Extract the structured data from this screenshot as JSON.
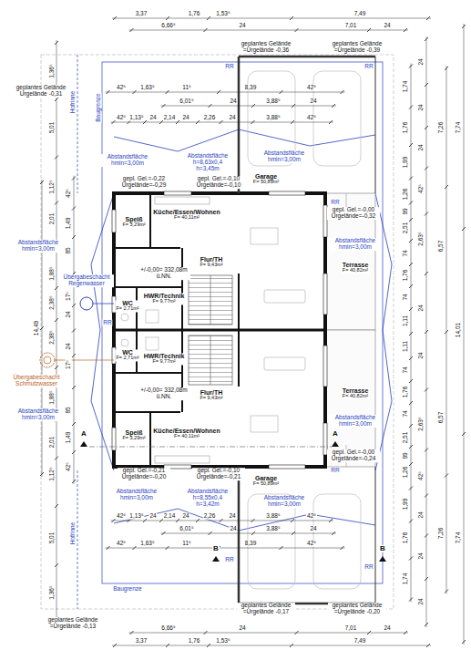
{
  "diagram": {
    "nodes": [
      {
        "text": [
          "Garage",
          "F= 50,89m²"
        ]
      },
      {
        "text": [
          "Speiß",
          "F= 3,29m²"
        ]
      },
      {
        "text": [
          "Küche/Essen/Wohnen",
          "F= 40,11m²"
        ]
      },
      {
        "text": [
          "Flur/TH",
          "F= 9,43m²"
        ]
      },
      {
        "text": [
          "Terrasse",
          "F= 40,82m²"
        ]
      },
      {
        "text": [
          "WC",
          "F= 2,71m²"
        ]
      },
      {
        "text": [
          "HWR/Technik",
          "F= 9,77m²"
        ]
      },
      {
        "text": [
          "WC",
          "F= 2,71m²"
        ]
      },
      {
        "text": [
          "HWR/Technik",
          "F= 9,77m²"
        ]
      },
      {
        "text": [
          "Flur/TH",
          "F= 9,43m²"
        ]
      },
      {
        "text": [
          "Terrasse",
          "F= 40,82m²"
        ]
      },
      {
        "text": [
          "Speiß",
          "F= 3,29m²"
        ]
      },
      {
        "text": [
          "Küche/Essen/Wohnen",
          "F= 40,11m²"
        ]
      },
      {
        "text": [
          "Garage",
          "F= 50,89m²"
        ]
      }
    ],
    "labels": [
      "3,37",
      "1,76",
      "1,53⁵",
      "7,49",
      "6,66⁵",
      "24",
      "7,01",
      "24",
      "geplantes Gelände =Urgelände -0,36",
      "geplantes Gelände =Urgelände -0,39",
      "geplantes Gelände Urgelände -0,31",
      "42⁵",
      "1,63⁵",
      "11⁵",
      "8,39",
      "42⁵",
      "6,01⁵",
      "24",
      "3,88⁵",
      "24",
      "42⁵",
      "1,13⁵",
      "24",
      "2,14",
      "24",
      "2,26",
      "24",
      "3,88⁵",
      "42⁵",
      "Abstandsfläche hmin=3,00m",
      "Abstandsfläche h=8,63x0,4 h=3,45m",
      "Abstandsfläche hmin=3,00m",
      "gepl. Gel.=-0,22 Urgelände=-0,29",
      "gepl. Gel.=-0,10 Urgelände=-0,10",
      "gepl. Gel.=-0,00 Urgelände=-0,32",
      "Abstandsfläche hmin=3,00m",
      "Abstandsfläche hmin=3,00m",
      "Abstandsfläche hmin=3,00m",
      "Abstandsfläche hmin=3,00m",
      "+/-0,00= 332,08m ü.NN.",
      "+/-0,00= 332,08m ü.NN.",
      "Übergabeschacht Regenwasser",
      "Übergabeschacht Schmutzwasser",
      "gepl. Gel.=-0,00 Urgelände=-0,24",
      "gepl. Gel.=-0,21 Urgelände=-0,20",
      "gepl. Gel.=-0,10 Urgelände=-0,21",
      "Abstandsfläche hmin=3,00m",
      "Abstandsfläche h=8,55x0,4 h=3,42m",
      "Abstandsfläche hmin=3,00m",
      "42⁵",
      "1,13⁵",
      "24",
      "2,14",
      "24",
      "2,26",
      "24",
      "3,88⁵",
      "42⁵",
      "6,01⁵",
      "24",
      "3,88⁵",
      "24",
      "42⁵",
      "1,63⁵",
      "11⁵",
      "8,39",
      "42⁵",
      "geplantes Gelände =Urgelände -0,13",
      "geplantes Gelände =Urgelände -0,17",
      "geplantes Gelände =Urgelände -0,20",
      "6,66⁵",
      "24",
      "7,01",
      "24",
      "3,37",
      "1,76",
      "1,53⁵",
      "7,49",
      "Hofrinne",
      "Baugrenze",
      "Hofrinne",
      "Baugrenze",
      "A",
      "A",
      "B",
      "B",
      "RR",
      "RR",
      "RR",
      "RR",
      "RR",
      "RR",
      "RR",
      "1,36⁵",
      "5,01",
      "1,12⁵",
      "2,01",
      "1,88⁵",
      "2,38⁵",
      "2,38⁵",
      "1,88⁵",
      "2,01",
      "1,12⁵",
      "5,01",
      "1,36⁵",
      "42⁵",
      "1,49",
      "85",
      "17⁵",
      "24",
      "24",
      "17⁵",
      "85",
      "1,49",
      "42⁵",
      "14,49",
      "1,74",
      "1,76",
      "1,99",
      "1,26",
      "99",
      "2,51",
      "74",
      "1,76",
      "74",
      "1,11",
      "1,11",
      "74",
      "1,76",
      "74",
      "2,51",
      "99",
      "1,26",
      "1,99",
      "1,76",
      "1,74",
      "24",
      "24",
      "24",
      "42⁵",
      "2,63⁵",
      "24",
      "24",
      "2,63⁵",
      "42⁵",
      "24",
      "24",
      "24",
      "7,26",
      "6,57",
      "6,57",
      "7,26",
      "7,74",
      "14,01",
      "7,74"
    ]
  }
}
